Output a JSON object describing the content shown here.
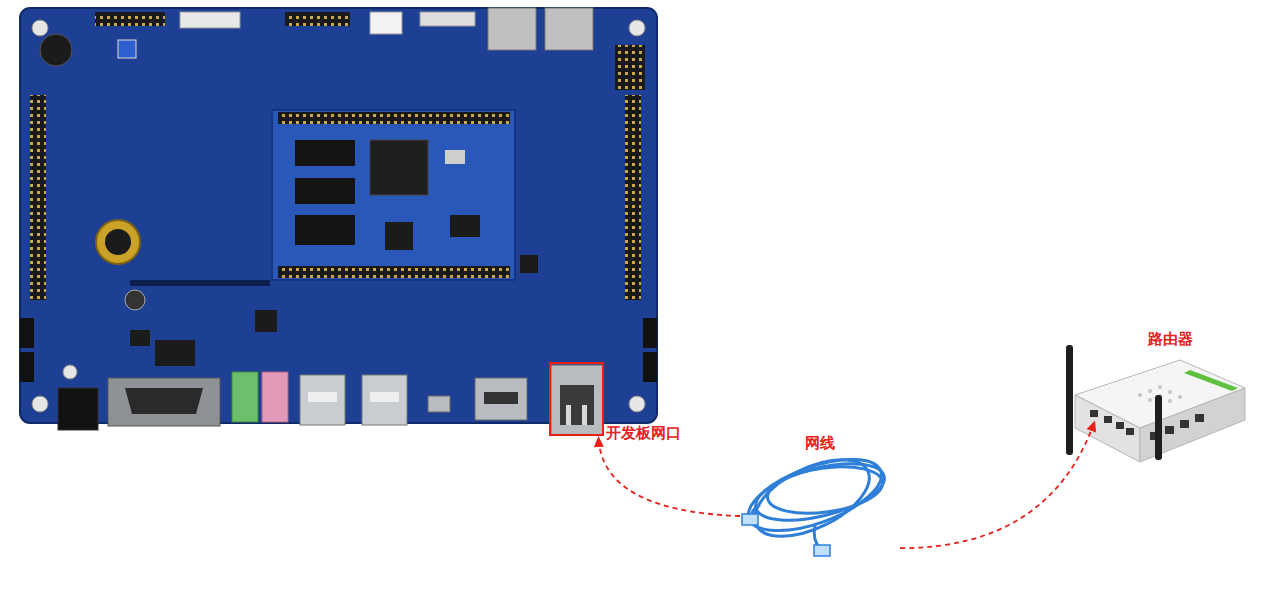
{
  "diagram": {
    "nodes": [
      {
        "text": [
          "开发板网口"
        ]
      },
      {
        "text": [
          "网线"
        ]
      },
      {
        "text": [
          "路由器"
        ]
      }
    ],
    "edges": [
      {
        "from": 1,
        "to": 0,
        "arrow": "to"
      },
      {
        "from": 1,
        "to": 2,
        "arrow": "to"
      }
    ]
  }
}
